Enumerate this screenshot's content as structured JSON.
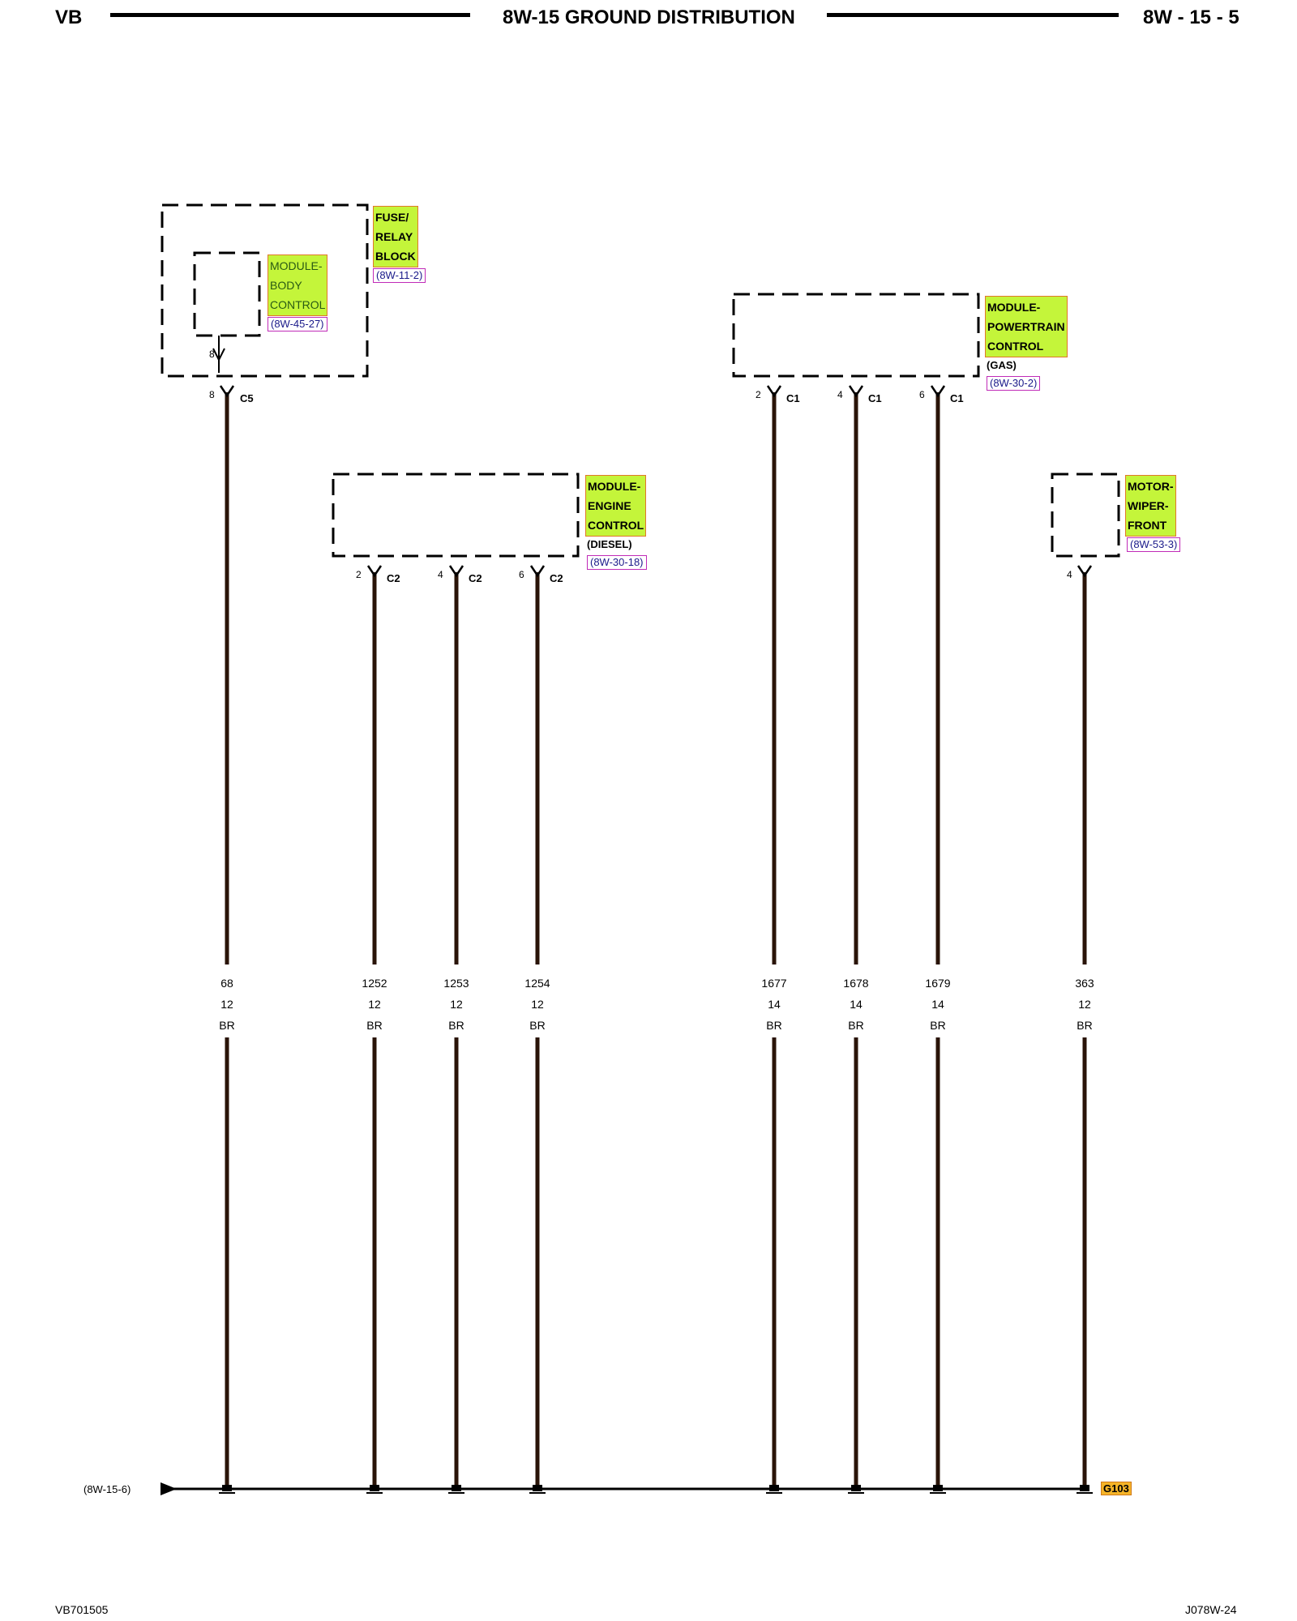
{
  "header": {
    "left": "VB",
    "title": "8W-15 GROUND DISTRIBUTION",
    "right": "8W - 15 - 5"
  },
  "components": {
    "fuse_relay_block": {
      "l1": "FUSE/",
      "l2": "RELAY",
      "l3": "BLOCK",
      "ref": "(8W-11-2)"
    },
    "body_control": {
      "l1": "MODULE-",
      "l2": "BODY",
      "l3": "CONTROL",
      "ref": "(8W-45-27)"
    },
    "powertrain_control": {
      "l1": "MODULE-",
      "l2": "POWERTRAIN",
      "l3": "CONTROL",
      "note": "(GAS)",
      "ref": "(8W-30-2)"
    },
    "engine_control": {
      "l1": "MODULE-",
      "l2": "ENGINE",
      "l3": "CONTROL",
      "note": "(DIESEL)",
      "ref": "(8W-30-18)"
    },
    "wiper_motor": {
      "l1": "MOTOR-",
      "l2": "WIPER-",
      "l3": "FRONT",
      "ref": "(8W-53-3)"
    }
  },
  "pins": {
    "bcm_inner": "8",
    "w68": {
      "pin": "8",
      "conn": "C5"
    },
    "w1252": {
      "pin": "2",
      "conn": "C2"
    },
    "w1253": {
      "pin": "4",
      "conn": "C2"
    },
    "w1254": {
      "pin": "6",
      "conn": "C2"
    },
    "w1677": {
      "pin": "2",
      "conn": "C1"
    },
    "w1678": {
      "pin": "4",
      "conn": "C1"
    },
    "w1679": {
      "pin": "6",
      "conn": "C1"
    },
    "w363": {
      "pin": "4"
    }
  },
  "wires": [
    {
      "circuit": "68",
      "gauge": "12",
      "color": "BR"
    },
    {
      "circuit": "1252",
      "gauge": "12",
      "color": "BR"
    },
    {
      "circuit": "1253",
      "gauge": "12",
      "color": "BR"
    },
    {
      "circuit": "1254",
      "gauge": "12",
      "color": "BR"
    },
    {
      "circuit": "1677",
      "gauge": "14",
      "color": "BR"
    },
    {
      "circuit": "1678",
      "gauge": "14",
      "color": "BR"
    },
    {
      "circuit": "1679",
      "gauge": "14",
      "color": "BR"
    },
    {
      "circuit": "363",
      "gauge": "12",
      "color": "BR"
    }
  ],
  "ground": {
    "ref": "(8W-15-6)",
    "label": "G103"
  },
  "footer": {
    "left": "VB701505",
    "right": "J078W-24"
  },
  "colors": {
    "wire": "#2a1408",
    "label_fill": "#c4f53a",
    "label_border": "#e0782a",
    "ref_border": "#c02bb8",
    "ground_label": "#f5b428"
  }
}
